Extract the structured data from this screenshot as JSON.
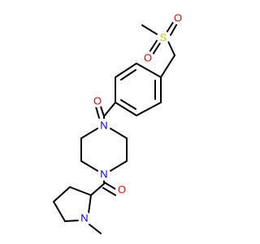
{
  "atoms": {
    "s": {
      "symbol": "S",
      "color": "#d4c400"
    },
    "o_s1": {
      "symbol": "O",
      "color": "#ff0000"
    },
    "o_s2": {
      "symbol": "O",
      "color": "#ff0000"
    },
    "o_ar": {
      "symbol": "O",
      "color": "#ff0000"
    },
    "n_pip1": {
      "symbol": "N",
      "color": "#0000ff"
    },
    "n_pip2": {
      "symbol": "N",
      "color": "#0000ff"
    },
    "o_am": {
      "symbol": "O",
      "color": "#ff0000"
    },
    "n_pyr": {
      "symbol": "N",
      "color": "#0000ff"
    }
  }
}
